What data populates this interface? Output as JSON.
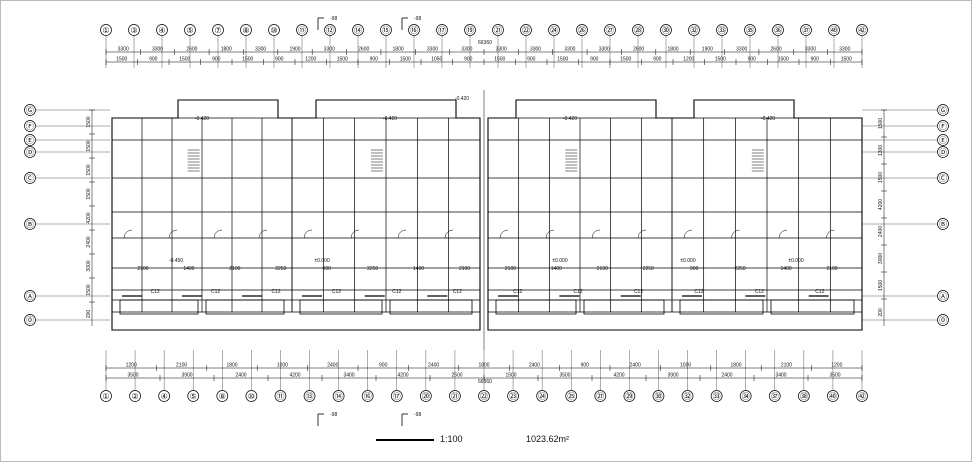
{
  "drawing": {
    "scale_label": "1:100",
    "area_label": "1023.62m²",
    "overall_dimension": "66360",
    "elevation_marks": [
      "-0.420",
      "-0.420",
      "-0.420",
      "-0.420",
      "-0.420",
      "-0.450",
      "±0.000",
      "±0.000",
      "±0.000",
      "±0.000"
    ],
    "section_marks": [
      "-98",
      "-98",
      "-98",
      "-98"
    ]
  },
  "grid_axes": {
    "top": [
      "①",
      "③",
      "④",
      "⑤",
      "⑦",
      "⑧",
      "⑩",
      "⑪",
      "⑫",
      "⑭",
      "⑮",
      "⑯",
      "⑰",
      "⑲",
      "㉑",
      "㉒",
      "㉔",
      "㉖",
      "㉗",
      "㉘",
      "㉚",
      "㉜",
      "㉝",
      "㉟",
      "㊱",
      "㊲",
      "㊵",
      "㊷"
    ],
    "bottom": [
      "①",
      "②",
      "④",
      "⑤",
      "⑧",
      "⑩",
      "⑪",
      "⑬",
      "⑭",
      "⑯",
      "⑰",
      "⑳",
      "㉑",
      "㉒",
      "㉓",
      "㉔",
      "㉕",
      "㉗",
      "㉙",
      "㉚",
      "㉜",
      "㉝",
      "㉞",
      "㊲",
      "㊳",
      "㊵",
      "㊷"
    ],
    "left": [
      "Ⓖ",
      "Ⓕ",
      "Ⓔ",
      "Ⓓ",
      "Ⓒ",
      "Ⓑ",
      "Ⓐ",
      "⓪"
    ],
    "right": [
      "Ⓖ",
      "Ⓕ",
      "Ⓔ",
      "Ⓓ",
      "Ⓒ",
      "Ⓑ",
      "Ⓐ",
      "⓪"
    ]
  },
  "dimensions": {
    "top_row1": [
      "3300",
      "3300",
      "2600",
      "1800",
      "3300",
      "1900",
      "3300",
      "2600",
      "1800",
      "3300",
      "3300",
      "3300",
      "3300",
      "3300",
      "3300",
      "2600",
      "1800",
      "1900",
      "3300",
      "2600",
      "3300",
      "3300"
    ],
    "top_row2": [
      "1500",
      "900",
      "1500",
      "900",
      "1500",
      "900",
      "1200",
      "1500",
      "900",
      "1500",
      "1050",
      "900",
      "1500",
      "900",
      "1500",
      "900",
      "1500",
      "900",
      "1200",
      "1500",
      "900",
      "1500",
      "900",
      "1500"
    ],
    "bottom_row1": [
      "1200",
      "2100",
      "1800",
      "1000",
      "2400",
      "900",
      "2400",
      "1800",
      "2400",
      "900",
      "2400",
      "1000",
      "1800",
      "2100",
      "1200"
    ],
    "bottom_row2": [
      "3500",
      "3900",
      "2400",
      "4200",
      "3400",
      "4200",
      "2500",
      "1500",
      "3500",
      "4200",
      "3900",
      "2400",
      "3400",
      "3500"
    ],
    "left_side": [
      "1500",
      "1500",
      "1500",
      "1500",
      "4200",
      "2400",
      "3000",
      "1500",
      "200"
    ],
    "right_side": [
      "1500",
      "1300",
      "1500",
      "4200",
      "2400",
      "3000",
      "1500",
      "200"
    ],
    "room_widths": [
      "2100",
      "1400",
      "2100",
      "2250",
      "900",
      "2250",
      "1400",
      "2100",
      "2100",
      "1400",
      "2100",
      "2250",
      "900",
      "2250",
      "1400",
      "2100"
    ]
  },
  "room_tags": [
    "C12",
    "C12",
    "C12",
    "C12",
    "C12",
    "C12",
    "C12",
    "C12",
    "C12",
    "C12",
    "C12",
    "C12"
  ]
}
